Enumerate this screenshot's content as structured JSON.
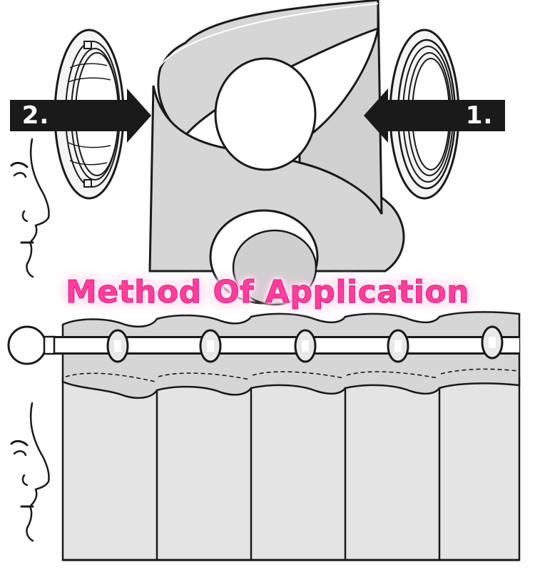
{
  "title": "Method Of Application",
  "steps": [
    {
      "label": "2.",
      "direction": "right"
    },
    {
      "label": "1.",
      "direction": "left"
    }
  ],
  "colors": {
    "title": "#ff3d9a",
    "fabric": "#d6d6d6",
    "line": "#1a1a1a",
    "label_bg": "#1a1a1a"
  },
  "icons": [
    "grommet-front-ring-icon",
    "grommet-back-ring-icon",
    "face-profile-icon",
    "curtain-rod-icon",
    "arrow-right-icon",
    "arrow-left-icon"
  ]
}
